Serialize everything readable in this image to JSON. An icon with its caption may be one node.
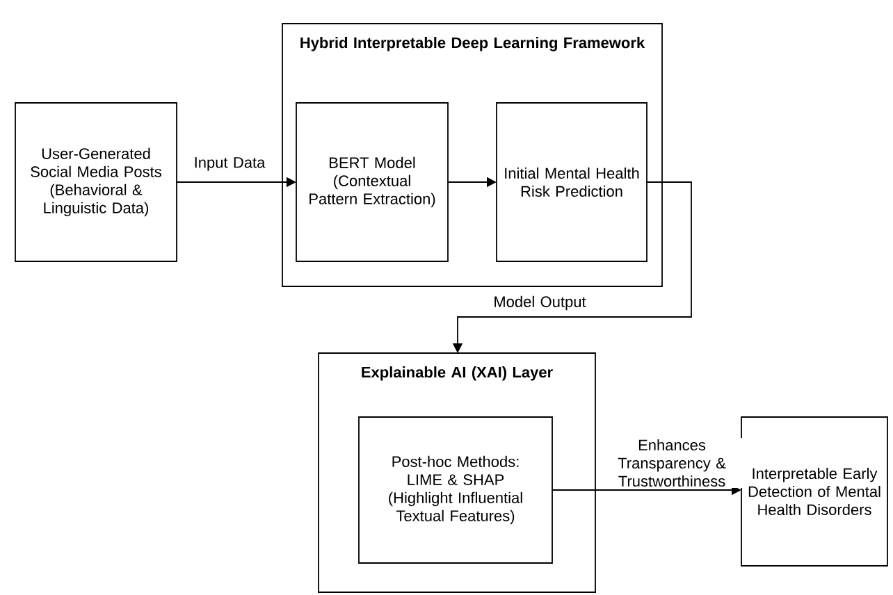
{
  "diagram": {
    "nodes": [
      {
        "text": [
          "User-Generated Social Media Posts (Behavioral & Linguistic Data)"
        ]
      },
      {
        "text": [
          "Hybrid Interpretable Deep Learning Framework"
        ]
      },
      {
        "text": [
          "BERT Model (Contextual Pattern Extraction)"
        ],
        "in": 1
      },
      {
        "text": [
          "Initial Mental Health Risk Prediction"
        ],
        "in": 1
      },
      {
        "text": [
          "Explainable AI (XAI) Layer"
        ]
      },
      {
        "text": [
          "Post-hoc Methods: LIME & SHAP (Highlight Influential Textual Features)"
        ],
        "in": 4
      },
      {
        "text": [
          "Interpretable Early Detection of Mental Health Disorders"
        ]
      }
    ],
    "edges": [
      {
        "from": 0,
        "to": 2,
        "arrow": "to",
        "label": "Input Data"
      },
      {
        "from": 2,
        "to": 3,
        "arrow": "to"
      },
      {
        "from": 3,
        "to": 4,
        "arrow": "to",
        "label": "Model Output"
      },
      {
        "from": 5,
        "to": 6,
        "arrow": "to",
        "label": "Enhances Transparency & Trustworthiness"
      }
    ]
  }
}
